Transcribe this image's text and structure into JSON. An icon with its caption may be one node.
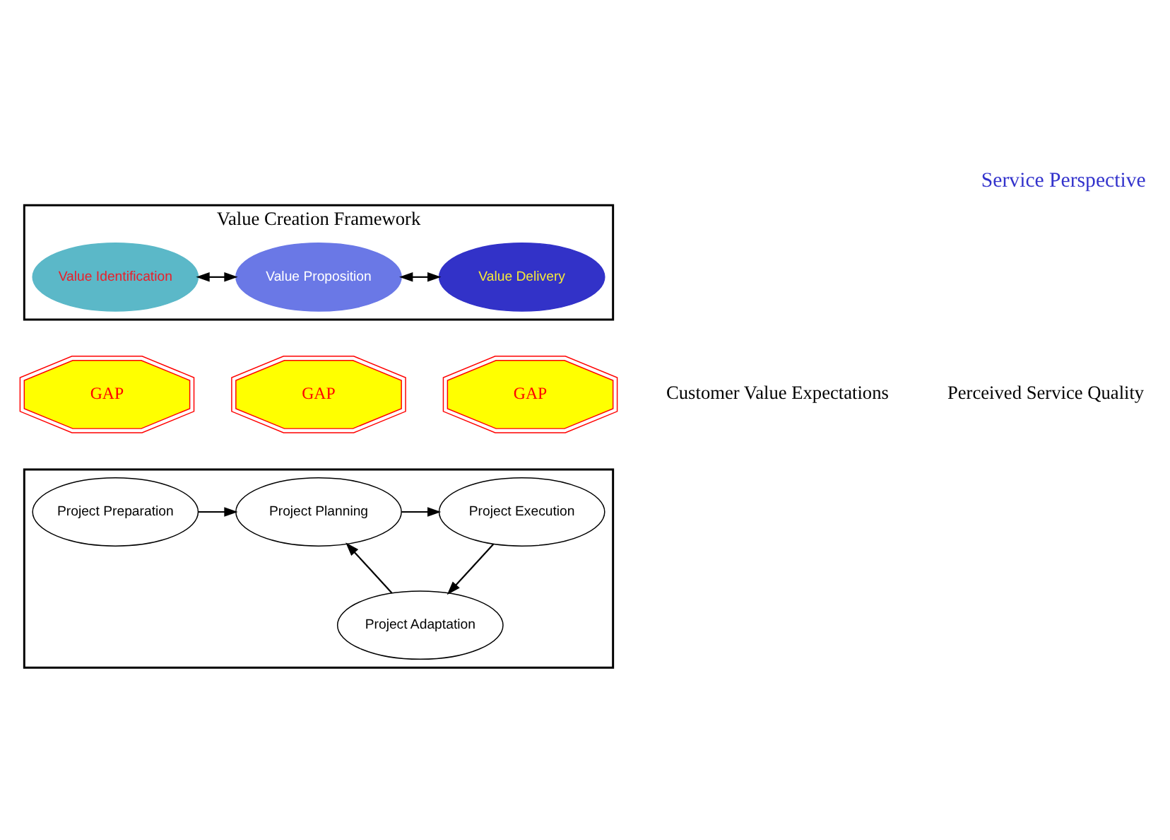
{
  "diagram": {
    "title": "Service Perspective",
    "nodes": [
      {
        "text": [
          "Value Creation Framework"
        ]
      },
      {
        "text": [
          "Value Identification"
        ],
        "in": 0
      },
      {
        "text": [
          "Value Proposition"
        ],
        "in": 0
      },
      {
        "text": [
          "Value Delivery"
        ],
        "in": 0
      },
      {
        "text": [
          "GAP"
        ]
      },
      {
        "text": [
          "GAP"
        ]
      },
      {
        "text": [
          "GAP"
        ]
      },
      {
        "text": [],
        "shape": "box"
      },
      {
        "text": [
          "Project Preparation"
        ],
        "in": 7
      },
      {
        "text": [
          "Project Planning"
        ],
        "in": 7
      },
      {
        "text": [
          "Project Execution"
        ],
        "in": 7
      },
      {
        "text": [
          "Project Adaptation"
        ],
        "in": 7
      }
    ],
    "edges": [
      {
        "from": 1,
        "to": 2,
        "arrow": "both"
      },
      {
        "from": 2,
        "to": 3,
        "arrow": "both"
      },
      {
        "from": 8,
        "to": 9,
        "arrow": "to"
      },
      {
        "from": 9,
        "to": 10,
        "arrow": "to"
      },
      {
        "from": 10,
        "to": 11,
        "arrow": "to"
      },
      {
        "from": 11,
        "to": 9,
        "arrow": "to"
      }
    ],
    "labels": [
      "Customer Value Expectations",
      "Perceived Service Quality"
    ]
  }
}
